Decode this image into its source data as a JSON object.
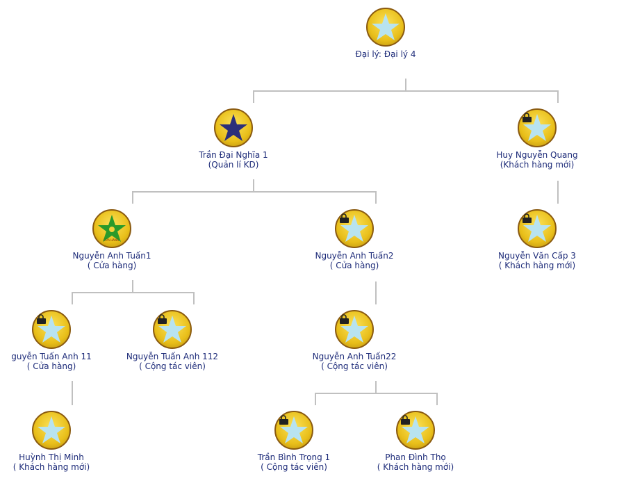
{
  "nodes": [
    {
      "name": "Đại lý: Đại lý 4",
      "role": "",
      "icon": "star-light",
      "locked": false
    },
    {
      "name": "Trần Đại Nghĩa 1",
      "role": "(Quản lí KD)",
      "icon": "star-navy",
      "locked": false
    },
    {
      "name": "Huy Nguyễn Quang",
      "role": "(Khách hàng mới)",
      "icon": "star-light",
      "locked": true
    },
    {
      "name": "Nguyễn Anh Tuấn1",
      "role": "( Cửa hàng)",
      "icon": "star-green",
      "locked": false
    },
    {
      "name": "Nguyễn Anh Tuấn2",
      "role": "( Cửa hàng)",
      "icon": "star-light",
      "locked": true
    },
    {
      "name": "Nguyễn Văn Cấp 3",
      "role": "( Khách hàng mới)",
      "icon": "star-light",
      "locked": true
    },
    {
      "name": "guyễn Tuấn Anh 11",
      "role": "( Cửa hàng)",
      "icon": "star-light",
      "locked": true
    },
    {
      "name": "Nguyễn Tuấn Anh 112",
      "role": "( Cộng tác viên)",
      "icon": "star-light",
      "locked": true
    },
    {
      "name": "Nguyễn Anh  Tuấn22",
      "role": "( Cộng tác viên)",
      "icon": "star-light",
      "locked": true
    },
    {
      "name": "Huỳnh Thị Minh",
      "role": "( Khách hàng mới)",
      "icon": "star-light",
      "locked": false
    },
    {
      "name": "Trần Bình Trọng 1",
      "role": "( Cộng tác viên)",
      "icon": "star-light",
      "locked": true
    },
    {
      "name": "Phan Đình Thọ",
      "role": "( Khách hàng mới)",
      "icon": "star-light",
      "locked": true
    }
  ],
  "green_badge": "CỬA HÀNG"
}
